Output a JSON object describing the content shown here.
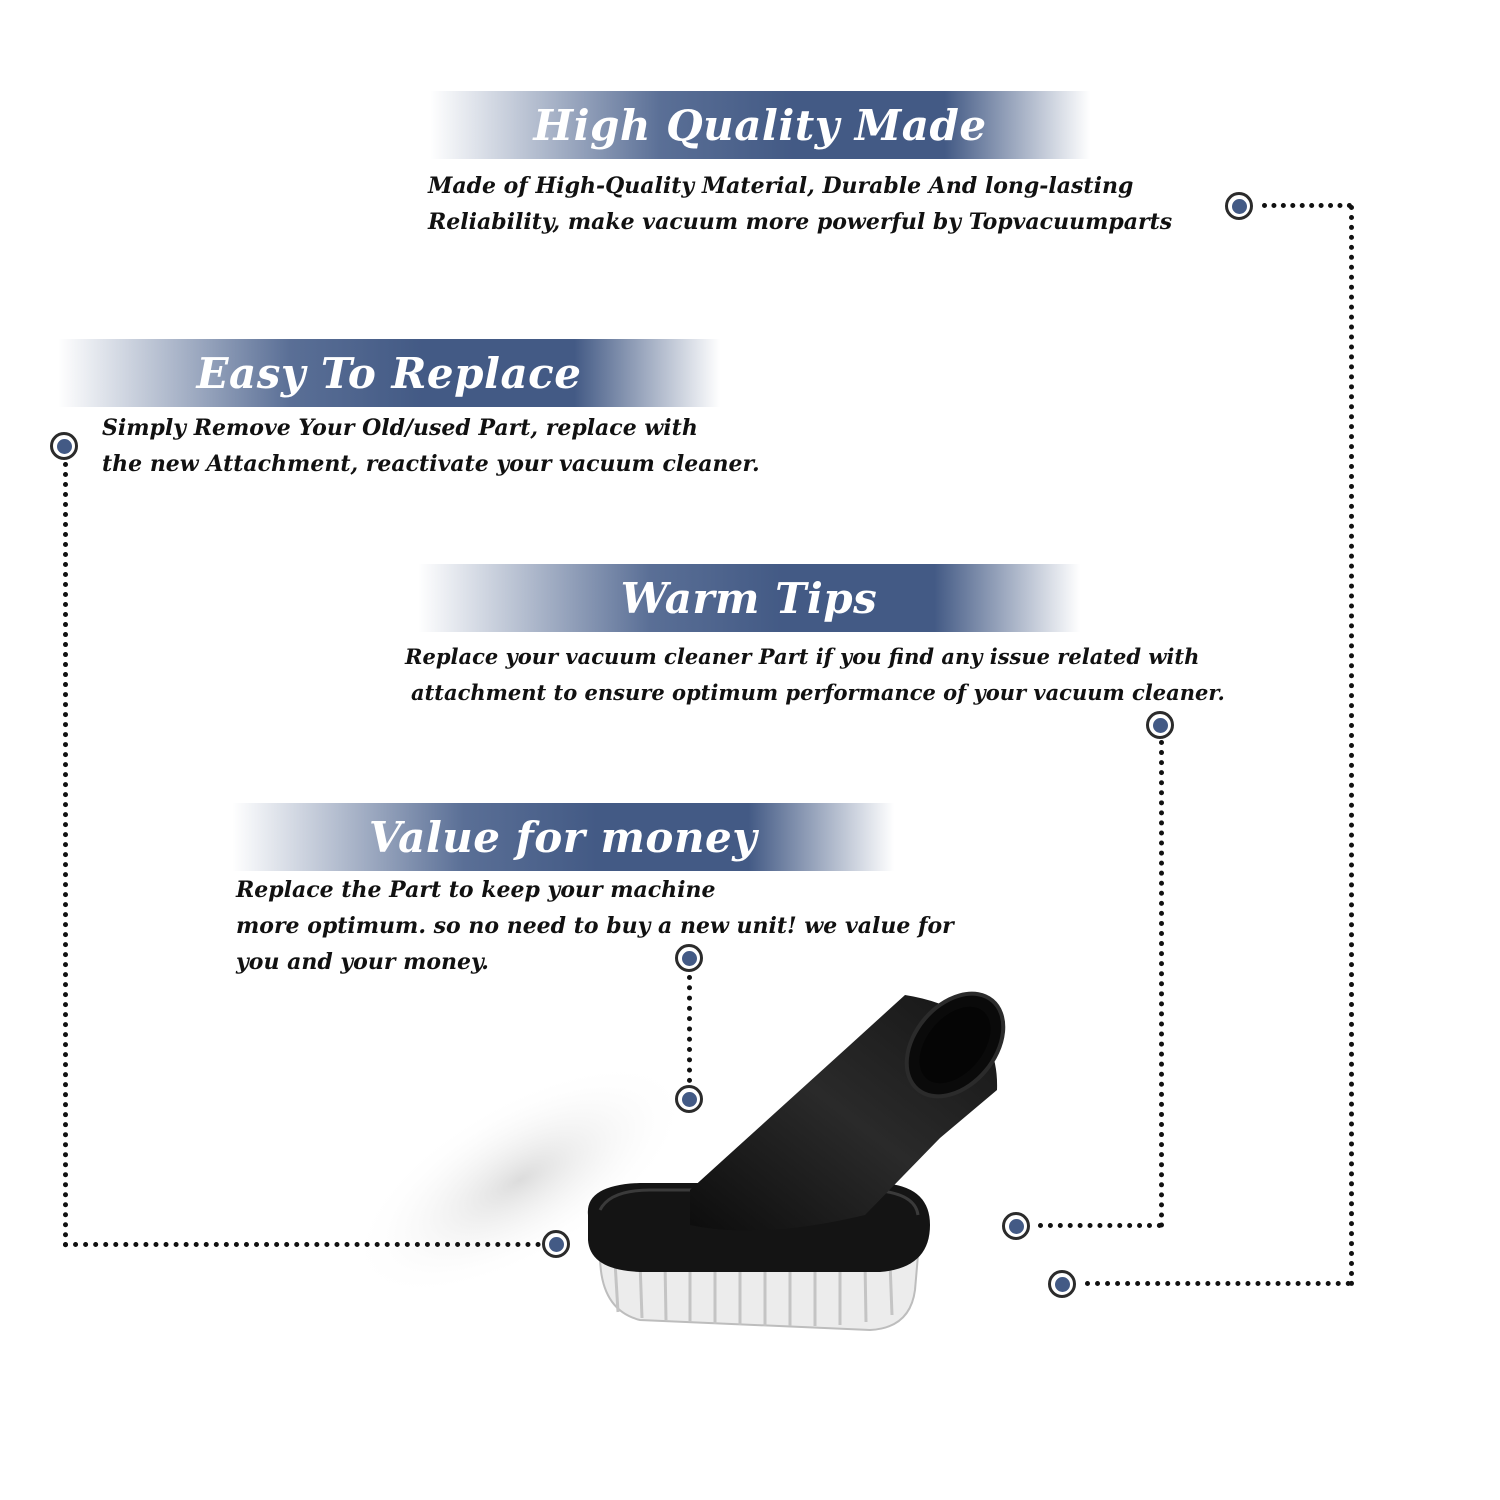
{
  "sections": [
    {
      "title": "High Quality Made",
      "lines": [
        "Made of  High-Quality Material, Durable And long-lasting",
        "Reliability, make vacuum more powerful by Topvacuumparts"
      ]
    },
    {
      "title": "Easy To Replace",
      "lines": [
        "Simply Remove Your Old/used Part, replace with",
        "the new Attachment, reactivate your vacuum cleaner."
      ]
    },
    {
      "title": "Warm Tips",
      "lines": [
        "Replace your vacuum cleaner Part if you find any issue related with",
        "attachment to ensure optimum performance of your vacuum cleaner."
      ]
    },
    {
      "title": "Value for money",
      "lines": [
        "Replace the Part to keep your machine",
        "more optimum. so no need to buy a new unit! we value for",
        "you and your money."
      ]
    }
  ],
  "colors": {
    "banner": "#435a85",
    "dot": "#435a85",
    "text": "#111111"
  }
}
